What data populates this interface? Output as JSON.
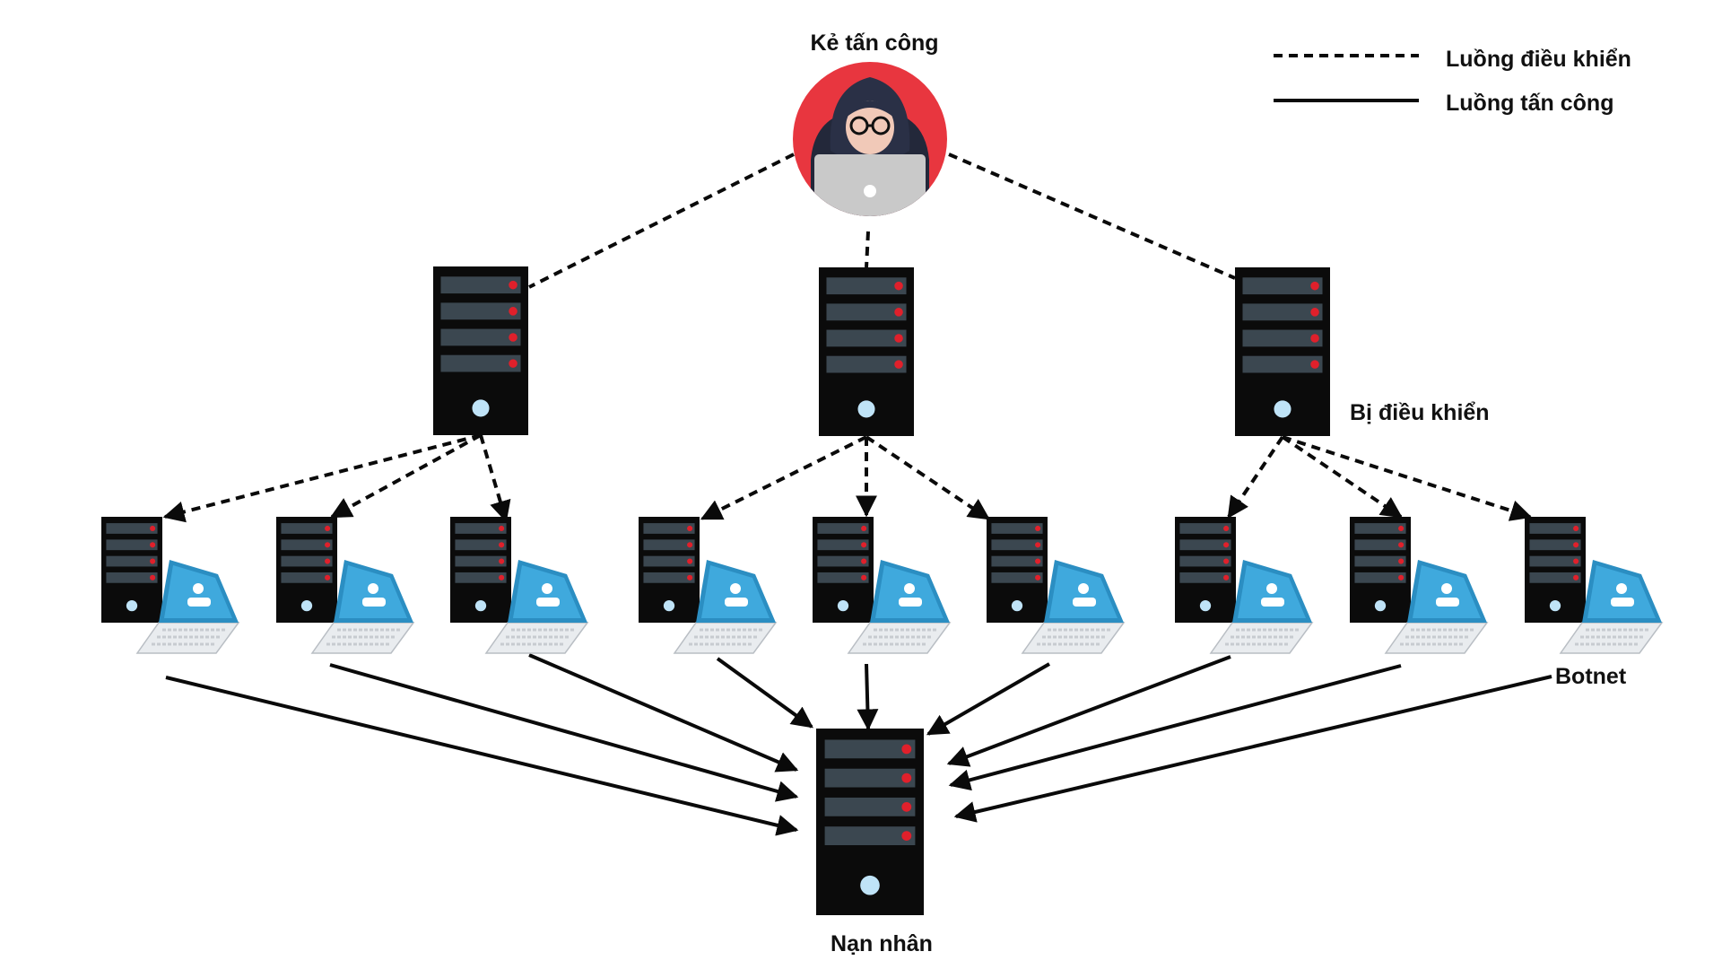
{
  "labels": {
    "attacker": "Kẻ tấn công",
    "handlers": "Bị điều khiển",
    "botnet": "Botnet",
    "victim": "Nạn nhân"
  },
  "legend": {
    "control_flow": "Luồng điều khiển",
    "attack_flow": "Luồng tấn công"
  },
  "colors": {
    "attacker_bg": "#e8363f",
    "server_body": "#0b0b0b",
    "server_slot": "#3b4750",
    "server_led": "#e0202b",
    "power_led": "#bfe3f7",
    "laptop_screen": "#3fa9dd",
    "laptop_body": "#e9ecef",
    "line": "#0a0a0a"
  },
  "icons": [
    "hacker-icon",
    "server-icon",
    "laptop-icon"
  ]
}
